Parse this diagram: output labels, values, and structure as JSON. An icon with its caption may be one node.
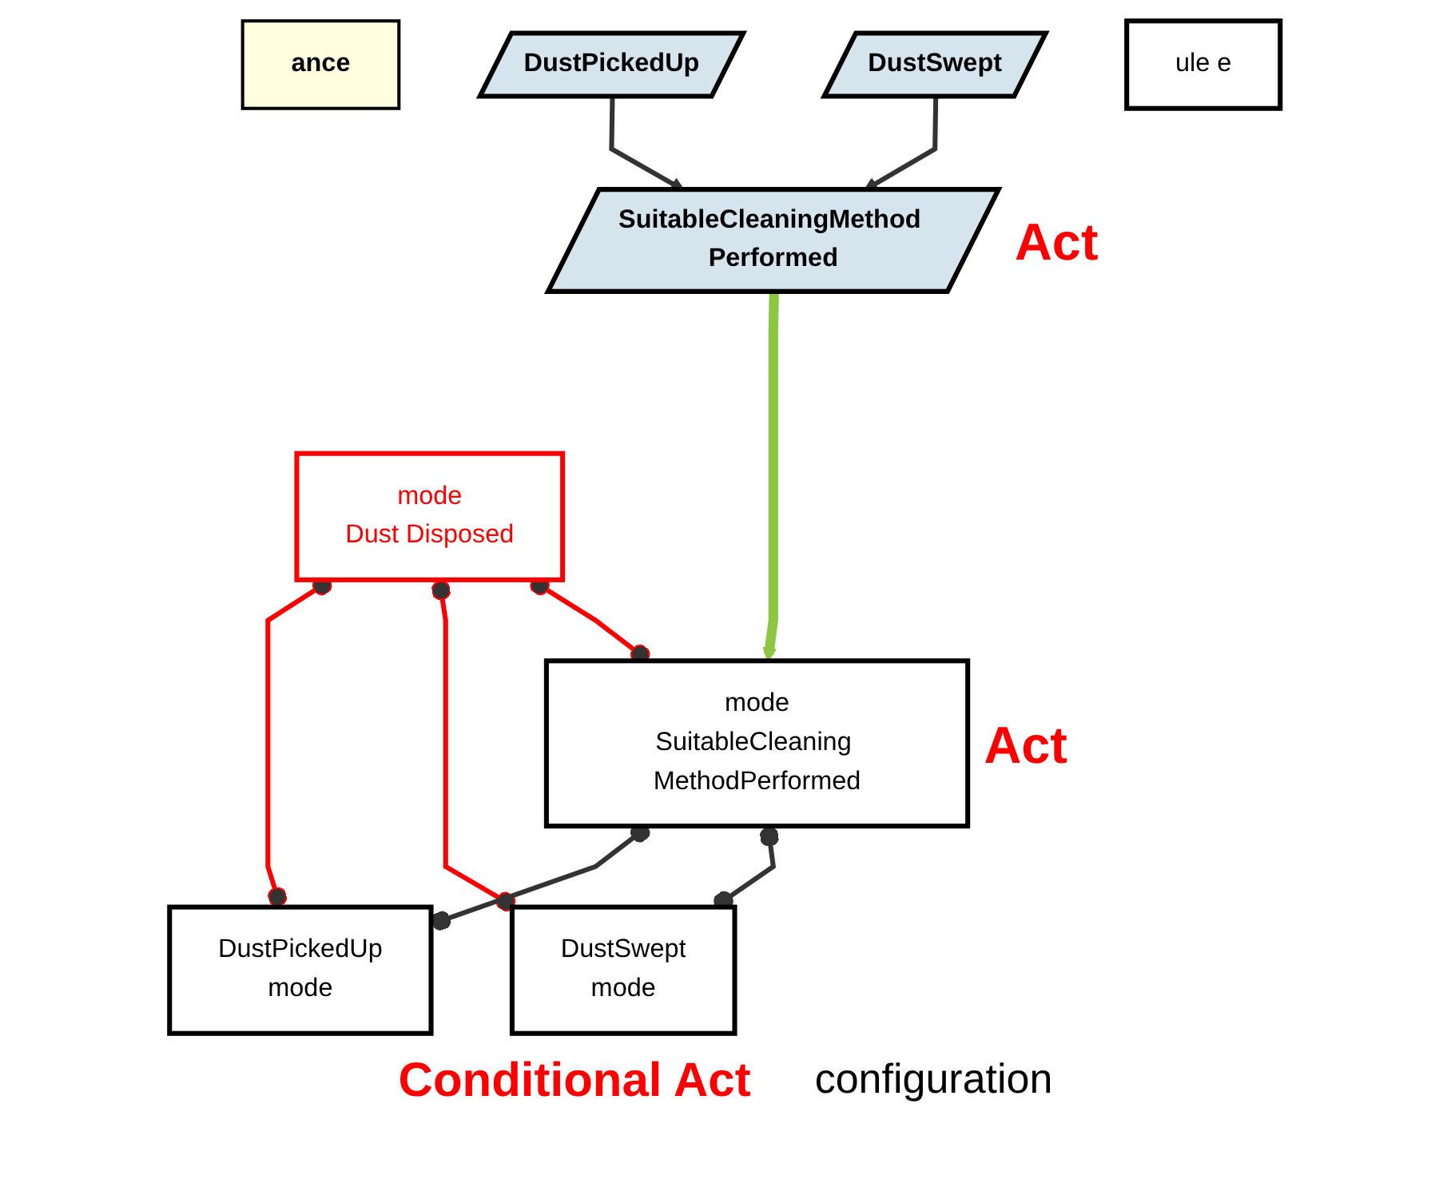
{
  "diagram": {
    "nodes": [
      {
        "text": [
          "SuitableCleaningMethod Performed"
        ],
        "beside": [
          "Act"
        ]
      },
      {
        "text": [
          "ance"
        ]
      },
      {
        "text": [
          "mode",
          "Dust Disposed"
        ]
      },
      {
        "text": [
          "DustSwept"
        ]
      },
      {
        "text": [
          "DustPickedUp"
        ]
      },
      {
        "text": [
          "mode",
          "SuitableCleaning MethodPerformed"
        ],
        "beside": [
          "Act"
        ]
      },
      {
        "text": [
          "DustSwept",
          "mode"
        ]
      },
      {
        "text": [
          "DustPickedUp",
          "mode"
        ]
      },
      {
        "text": [
          "ule e"
        ]
      }
    ],
    "edges": [
      {
        "from": 3,
        "to": 0,
        "arrow": "to"
      },
      {
        "from": 4,
        "to": 0,
        "arrow": "to"
      },
      {
        "from": 0,
        "to": 5,
        "arrow": "to",
        "style": "thick",
        "color": "#8dc63f"
      },
      {
        "from": 2,
        "to": 5,
        "arrow": "other",
        "color": "#ff0000"
      },
      {
        "from": 2,
        "to": 6,
        "arrow": "other",
        "color": "#ff0000"
      },
      {
        "from": 2,
        "to": 7,
        "arrow": "other",
        "color": "#ff0000"
      },
      {
        "from": 5,
        "to": 6,
        "arrow": "other"
      },
      {
        "from": 5,
        "to": 7,
        "arrow": "other"
      }
    ],
    "labels": [
      "Conditional Act",
      "configuration"
    ]
  }
}
